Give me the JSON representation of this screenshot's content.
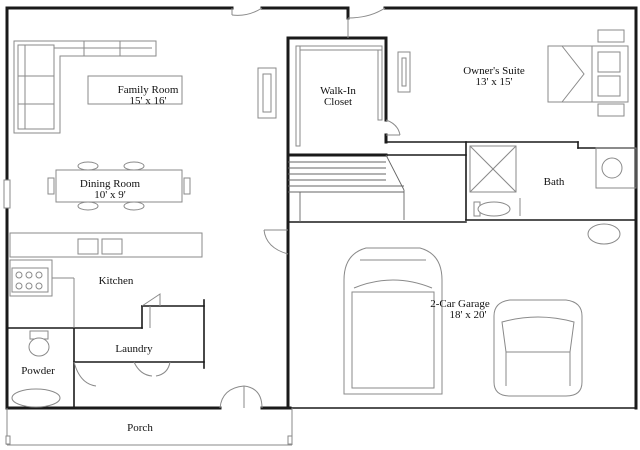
{
  "rooms": {
    "family_room": {
      "name": "Family Room",
      "size": "15' x 16'"
    },
    "dining_room": {
      "name": "Dining Room",
      "size": "10' x 9'"
    },
    "kitchen": {
      "name": "Kitchen"
    },
    "laundry": {
      "name": "Laundry"
    },
    "powder": {
      "name": "Powder"
    },
    "porch": {
      "name": "Porch"
    },
    "walk_in_closet": {
      "name_line1": "Walk-In",
      "name_line2": "Closet"
    },
    "owners_suite": {
      "name": "Owner's Suite",
      "size": "13' x 15'"
    },
    "bath": {
      "name": "Bath"
    },
    "garage": {
      "name": "2-Car Garage",
      "size": "18' x 20'"
    }
  },
  "colors": {
    "wall": "#1a1a1a",
    "fixture": "#8a8a8a",
    "background": "#ffffff"
  }
}
